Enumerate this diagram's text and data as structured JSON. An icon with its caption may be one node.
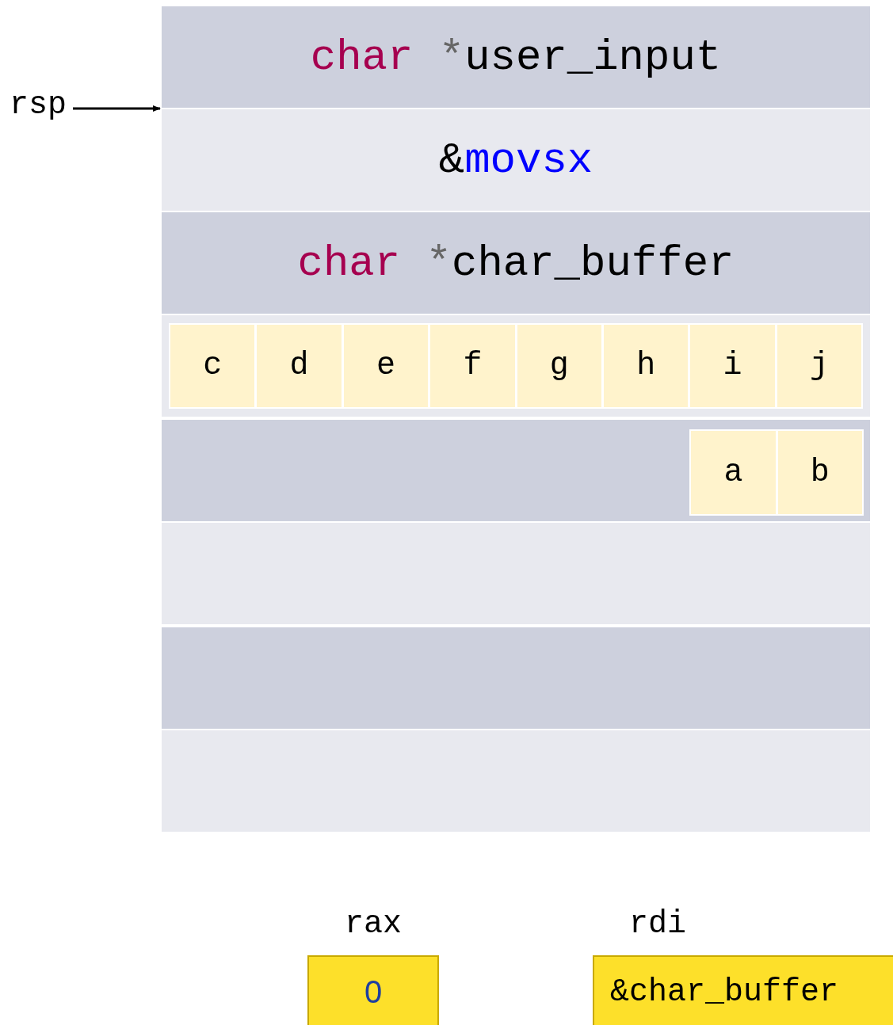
{
  "diagram": {
    "nodes": [
      {
        "text": [
          "char *user_input"
        ]
      },
      {
        "text": [
          "&movsx"
        ]
      },
      {
        "text": [
          "char *char_buffer"
        ]
      },
      {
        "text": [],
        "shape": "box"
      },
      {
        "text": [
          "c"
        ],
        "in": 3
      },
      {
        "text": [
          "d"
        ],
        "in": 3
      },
      {
        "text": [
          "e"
        ],
        "in": 3
      },
      {
        "text": [
          "f"
        ],
        "in": 3
      },
      {
        "text": [
          "g"
        ],
        "in": 3
      },
      {
        "text": [
          "h"
        ],
        "in": 3
      },
      {
        "text": [
          "i"
        ],
        "in": 3
      },
      {
        "text": [
          "j"
        ],
        "in": 3
      },
      {
        "text": [],
        "shape": "box"
      },
      {
        "text": [
          "a"
        ],
        "in": 12
      },
      {
        "text": [
          "b"
        ],
        "in": 12
      },
      {
        "text": [],
        "shape": "box"
      },
      {
        "text": [],
        "shape": "box"
      },
      {
        "text": [],
        "shape": "box"
      },
      {
        "text": [
          "rsp"
        ]
      },
      {
        "text": [
          "rax",
          "0"
        ]
      },
      {
        "text": [
          "rdi",
          "&char_buffer"
        ]
      }
    ],
    "edges": [
      {
        "from": 18,
        "to": 0,
        "arrow": "to"
      }
    ]
  }
}
